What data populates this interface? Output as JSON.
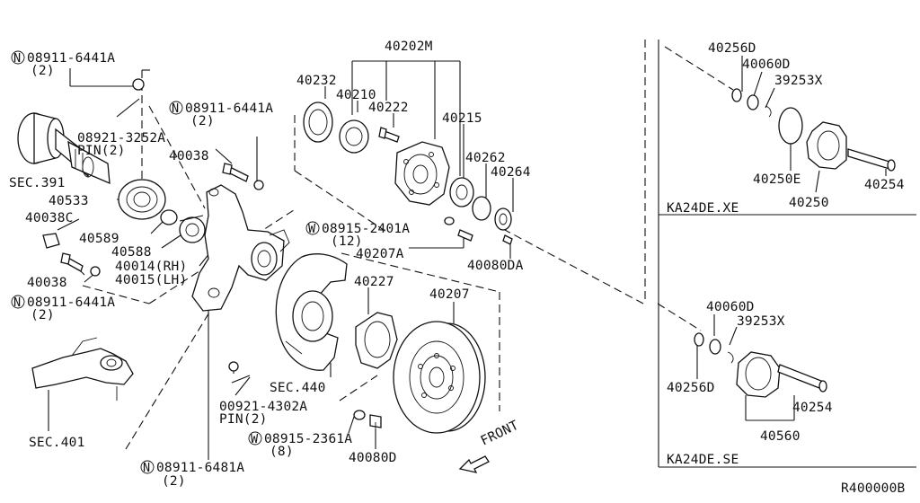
{
  "diagram": {
    "parts": {
      "p40202M": "40202M",
      "p40232": "40232",
      "p40210": "40210",
      "p40222": "40222",
      "p40215": "40215",
      "p40262": "40262",
      "p40264": "40264",
      "p40207A": "40207A",
      "p40080DA": "40080DA",
      "p40227": "40227",
      "p40207": "40207",
      "p40038a": "40038",
      "p40038b": "40038",
      "p40038C": "40038C",
      "p40533": "40533",
      "p40589": "40589",
      "p40588": "40588",
      "p40014": "40014(RH)",
      "p40015": "40015(LH)",
      "p40080D": "40080D",
      "p40256D_xe": "40256D",
      "p40060D_xe": "40060D",
      "p39253X_xe": "39253X",
      "p40250E": "40250E",
      "p40250": "40250",
      "p40254_xe": "40254",
      "p40060D_se": "40060D",
      "p39253X_se": "39253X",
      "p40256D_se": "40256D",
      "p40254_se": "40254",
      "p40560": "40560"
    },
    "refs": {
      "n1": "08911-6441A",
      "n1q": "(2)",
      "pin1": "08921-3252A",
      "pin1q": "PIN(2)",
      "n2": "08911-6441A",
      "n2q": "(2)",
      "w1": "08915-2401A",
      "w1q": "(12)",
      "n3": "08911-6441A",
      "n3q": "(2)",
      "pin2": "00921-4302A",
      "pin2q": "PIN(2)",
      "w2": "08915-2361A",
      "w2q": "(8)",
      "n4": "08911-6481A",
      "n4q": "(2)",
      "nsym": "N",
      "wsym": "W"
    },
    "sections": {
      "sec391": "SEC.391",
      "sec440": "SEC.440",
      "sec401": "SEC.401"
    },
    "variants": {
      "xe": "KA24DE.XE",
      "se": "KA24DE.SE"
    },
    "front_label": "FRONT",
    "drawing_id": "R400000B"
  }
}
